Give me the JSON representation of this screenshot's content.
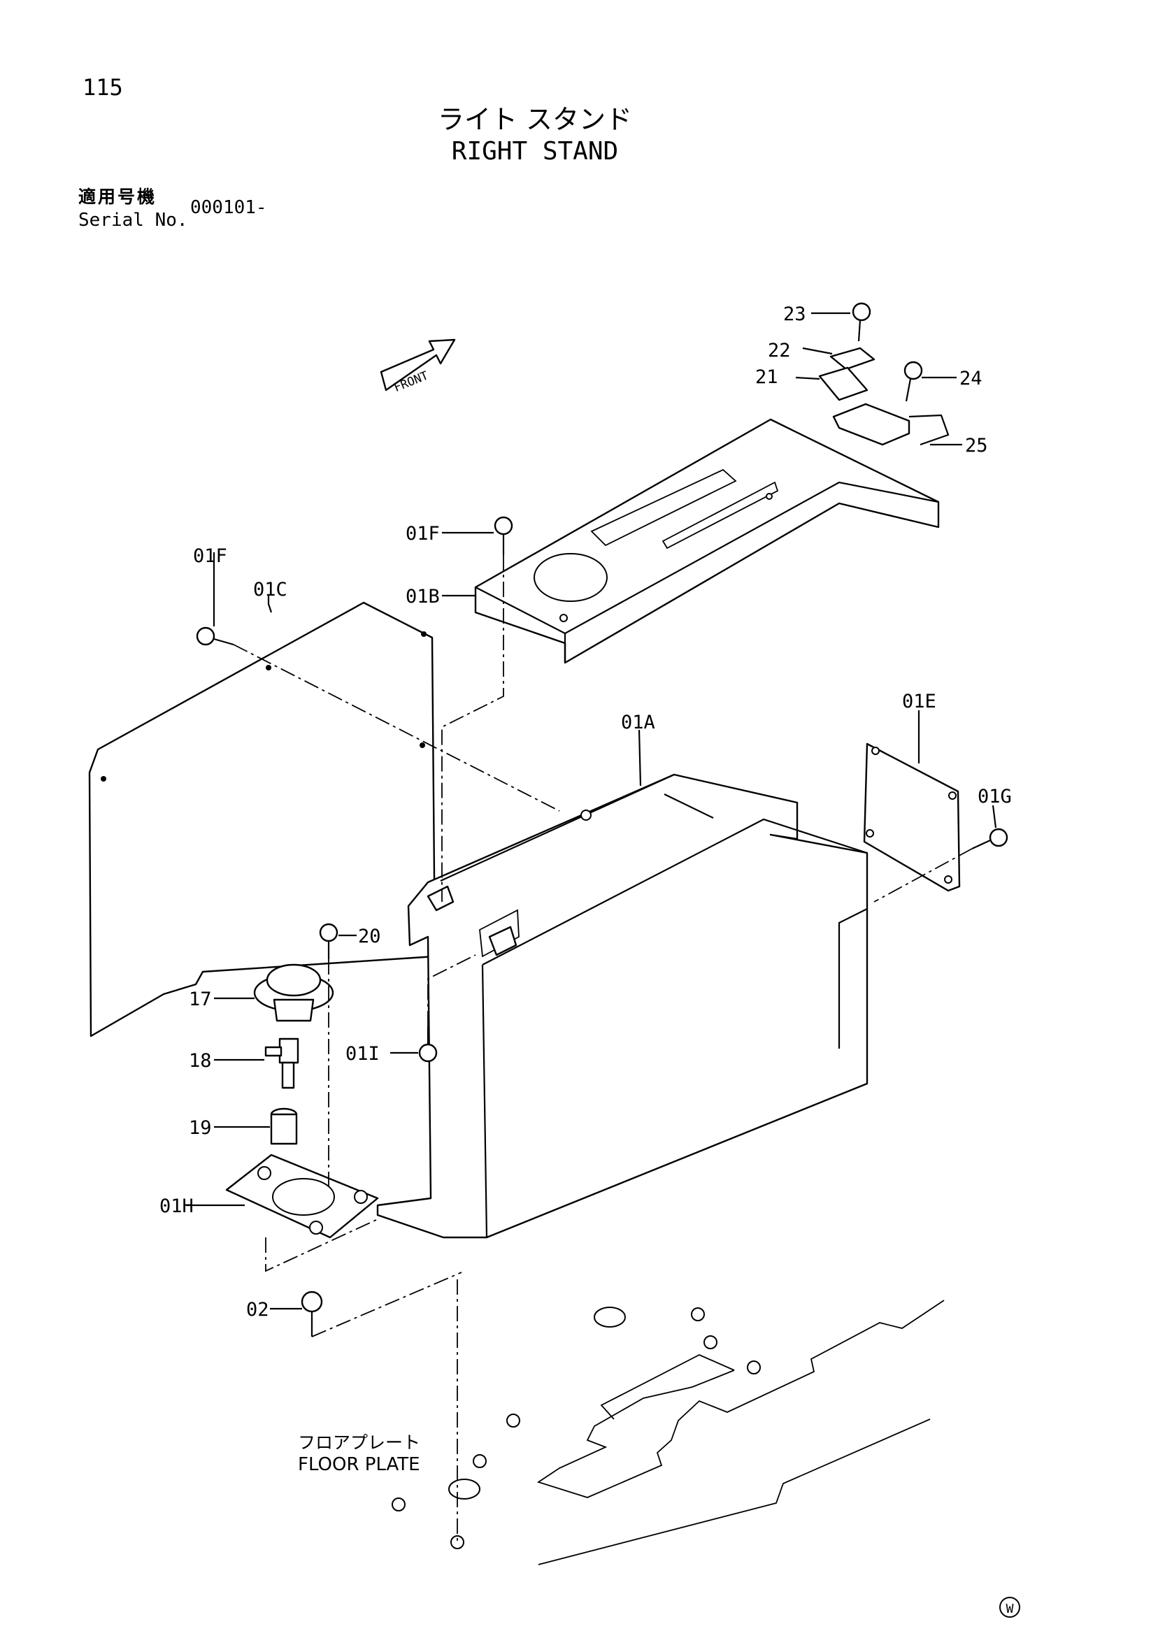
{
  "page_number": "115",
  "title": {
    "japanese": "ライト スタンド",
    "english": "RIGHT STAND"
  },
  "serial": {
    "label_japanese": "適用号機",
    "label_english": "Serial No.",
    "value": "000101-"
  },
  "front_arrow_label": "FRONT",
  "floor_plate": {
    "japanese": "フロアプレート",
    "english": "FLOOR PLATE"
  },
  "parts": {
    "p23": "23",
    "p22": "22",
    "p21": "21",
    "p24": "24",
    "p25": "25",
    "p01F_top": "01F",
    "p01B": "01B",
    "p01F_left": "01F",
    "p01C": "01C",
    "p01A": "01A",
    "p01E": "01E",
    "p01G": "01G",
    "p20": "20",
    "p17": "17",
    "p18": "18",
    "p01I": "01I",
    "p19": "19",
    "p01H": "01H",
    "p02": "02"
  },
  "publisher_mark": "W"
}
